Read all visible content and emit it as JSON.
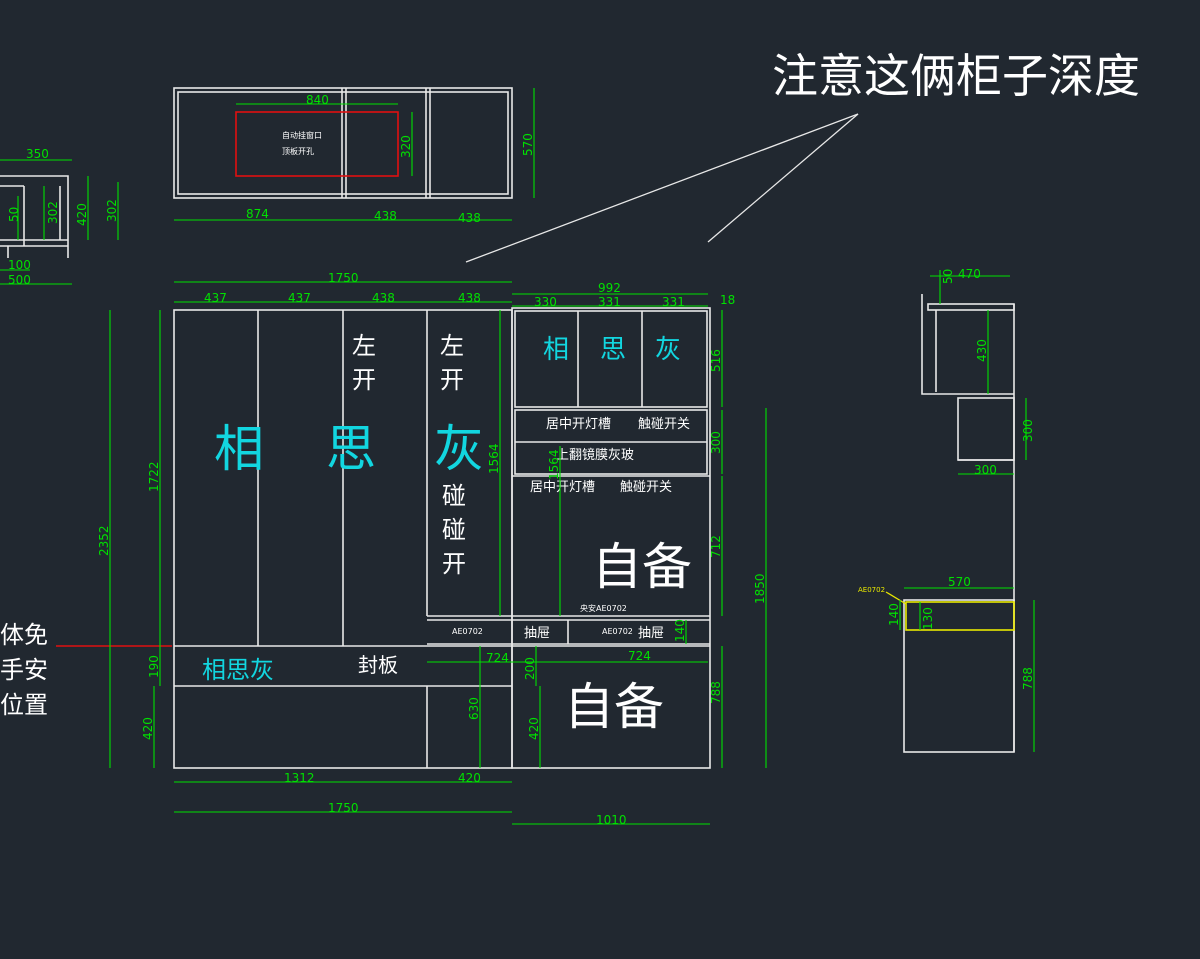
{
  "colors": {
    "background": "#212830",
    "outline": "#e8e8e8",
    "dimension": "#00e000",
    "cyan_text": "#12d6e0",
    "red_marker": "#e01010",
    "yellow_highlight": "#e8e800"
  },
  "note": {
    "title": "注意这俩柜子深度",
    "left_note": [
      "体免",
      "手安",
      "位置"
    ]
  },
  "top_view": {
    "label_line1": "自动挂窗口",
    "label_line2": "顶板开孔",
    "dims": {
      "d840": "840",
      "d320": "320",
      "d570": "570",
      "d874": "874",
      "d438a": "438",
      "d438b": "438"
    }
  },
  "small_section": {
    "dims": {
      "d350": "350",
      "d50": "50",
      "d302a": "302",
      "d420": "420",
      "d302b": "302",
      "d100": "100",
      "d500": "500"
    }
  },
  "front_view": {
    "main_label": {
      "c1": "相",
      "c2": "思",
      "c3": "灰"
    },
    "door_left_1": {
      "c1": "左",
      "c2": "开"
    },
    "door_left_2": {
      "c1": "左",
      "c2": "开"
    },
    "push_open": {
      "c1": "碰",
      "c2": "碰",
      "c3": "开"
    },
    "upper_right": {
      "c1": "相",
      "c2": "思",
      "c3": "灰"
    },
    "shelf_note_1": "居中开灯槽",
    "touch_switch_1": "触碰开关",
    "flip_door": "上翻镜膜灰玻",
    "shelf_note_2": "居中开灯槽",
    "touch_switch_2": "触碰开关",
    "self_prepare_1": "自备",
    "self_prepare_2": "自备",
    "install_note": "央安AE0702",
    "code_1": "AE0702",
    "drawer_1": "抽屉",
    "code_2": "AE0702",
    "drawer_2": "抽屉",
    "bench_label": "相思灰",
    "seal_board": "封板"
  },
  "front_dims": {
    "d1750_top": "1750",
    "d437a": "437",
    "d437b": "437",
    "d438a": "438",
    "d438b": "438",
    "d992": "992",
    "d330": "330",
    "d331a": "331",
    "d331b": "331",
    "d18": "18",
    "d2352": "2352",
    "d1722": "1722",
    "d190": "190",
    "d420_left": "420",
    "d1564a": "1564",
    "d1564b": "1564",
    "d516": "516",
    "d300": "300",
    "d712": "712",
    "d140": "140",
    "d788": "788",
    "d1850": "1850",
    "d724a": "724",
    "d724b": "724",
    "d200": "200",
    "d630": "630",
    "d420_mid": "420",
    "d1312": "1312",
    "d420_bottom": "420",
    "d1750_bottom": "1750",
    "d1010": "1010"
  },
  "side_view": {
    "code": "AE0702",
    "dims": {
      "d50": "50",
      "d470": "470",
      "d430": "430",
      "d300a": "300",
      "d300b": "300",
      "d570": "570",
      "d140": "140",
      "d130": "130",
      "d788": "788"
    }
  }
}
